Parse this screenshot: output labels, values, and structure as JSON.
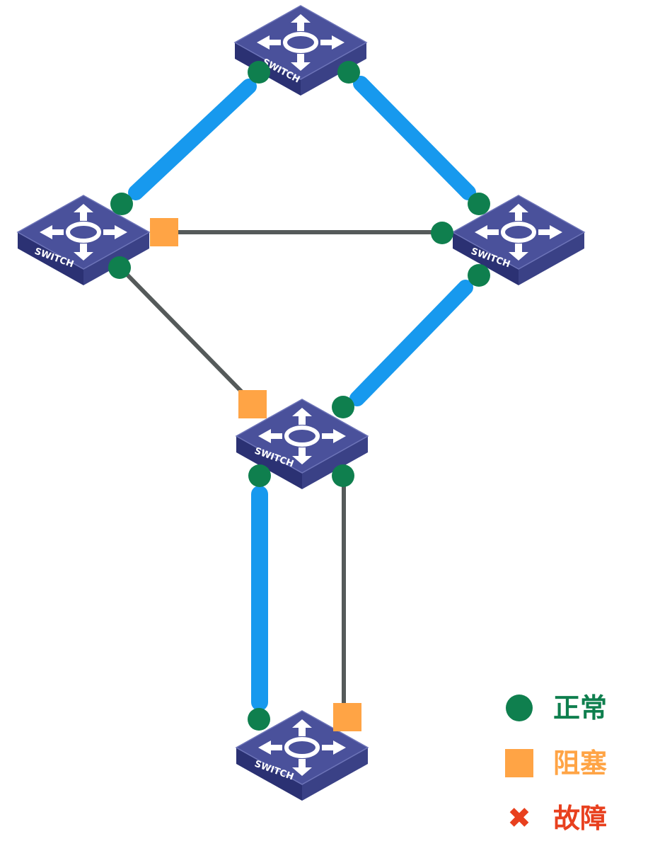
{
  "colors": {
    "normal": "#0f7f4e",
    "blocked": "#ffa445",
    "fault": "#e8401e",
    "forwarding_link": "#1799ee",
    "standby_link": "#555a5a",
    "switch_top": "#49509a",
    "switch_side": "#2b3173"
  },
  "switches": [
    {
      "id": "sw-top",
      "label": "SWITCH"
    },
    {
      "id": "sw-left",
      "label": "SWITCH"
    },
    {
      "id": "sw-right",
      "label": "SWITCH"
    },
    {
      "id": "sw-middle",
      "label": "SWITCH"
    },
    {
      "id": "sw-bottom",
      "label": "SWITCH"
    }
  ],
  "links": [
    {
      "from": "sw-top",
      "to": "sw-left",
      "state": "forwarding"
    },
    {
      "from": "sw-top",
      "to": "sw-right",
      "state": "forwarding"
    },
    {
      "from": "sw-left",
      "to": "sw-right",
      "state": "standby"
    },
    {
      "from": "sw-left",
      "to": "sw-middle",
      "state": "standby"
    },
    {
      "from": "sw-right",
      "to": "sw-middle",
      "state": "forwarding"
    },
    {
      "from": "sw-middle",
      "to": "sw-bottom",
      "state": "forwarding"
    },
    {
      "from": "sw-middle",
      "to": "sw-bottom",
      "state": "standby"
    }
  ],
  "legend": {
    "normal": {
      "symbol": "circle",
      "label": "正常"
    },
    "blocked": {
      "symbol": "square",
      "label": "阻塞"
    },
    "fault": {
      "symbol": "x",
      "glyph": "✖",
      "label": "故障"
    }
  }
}
